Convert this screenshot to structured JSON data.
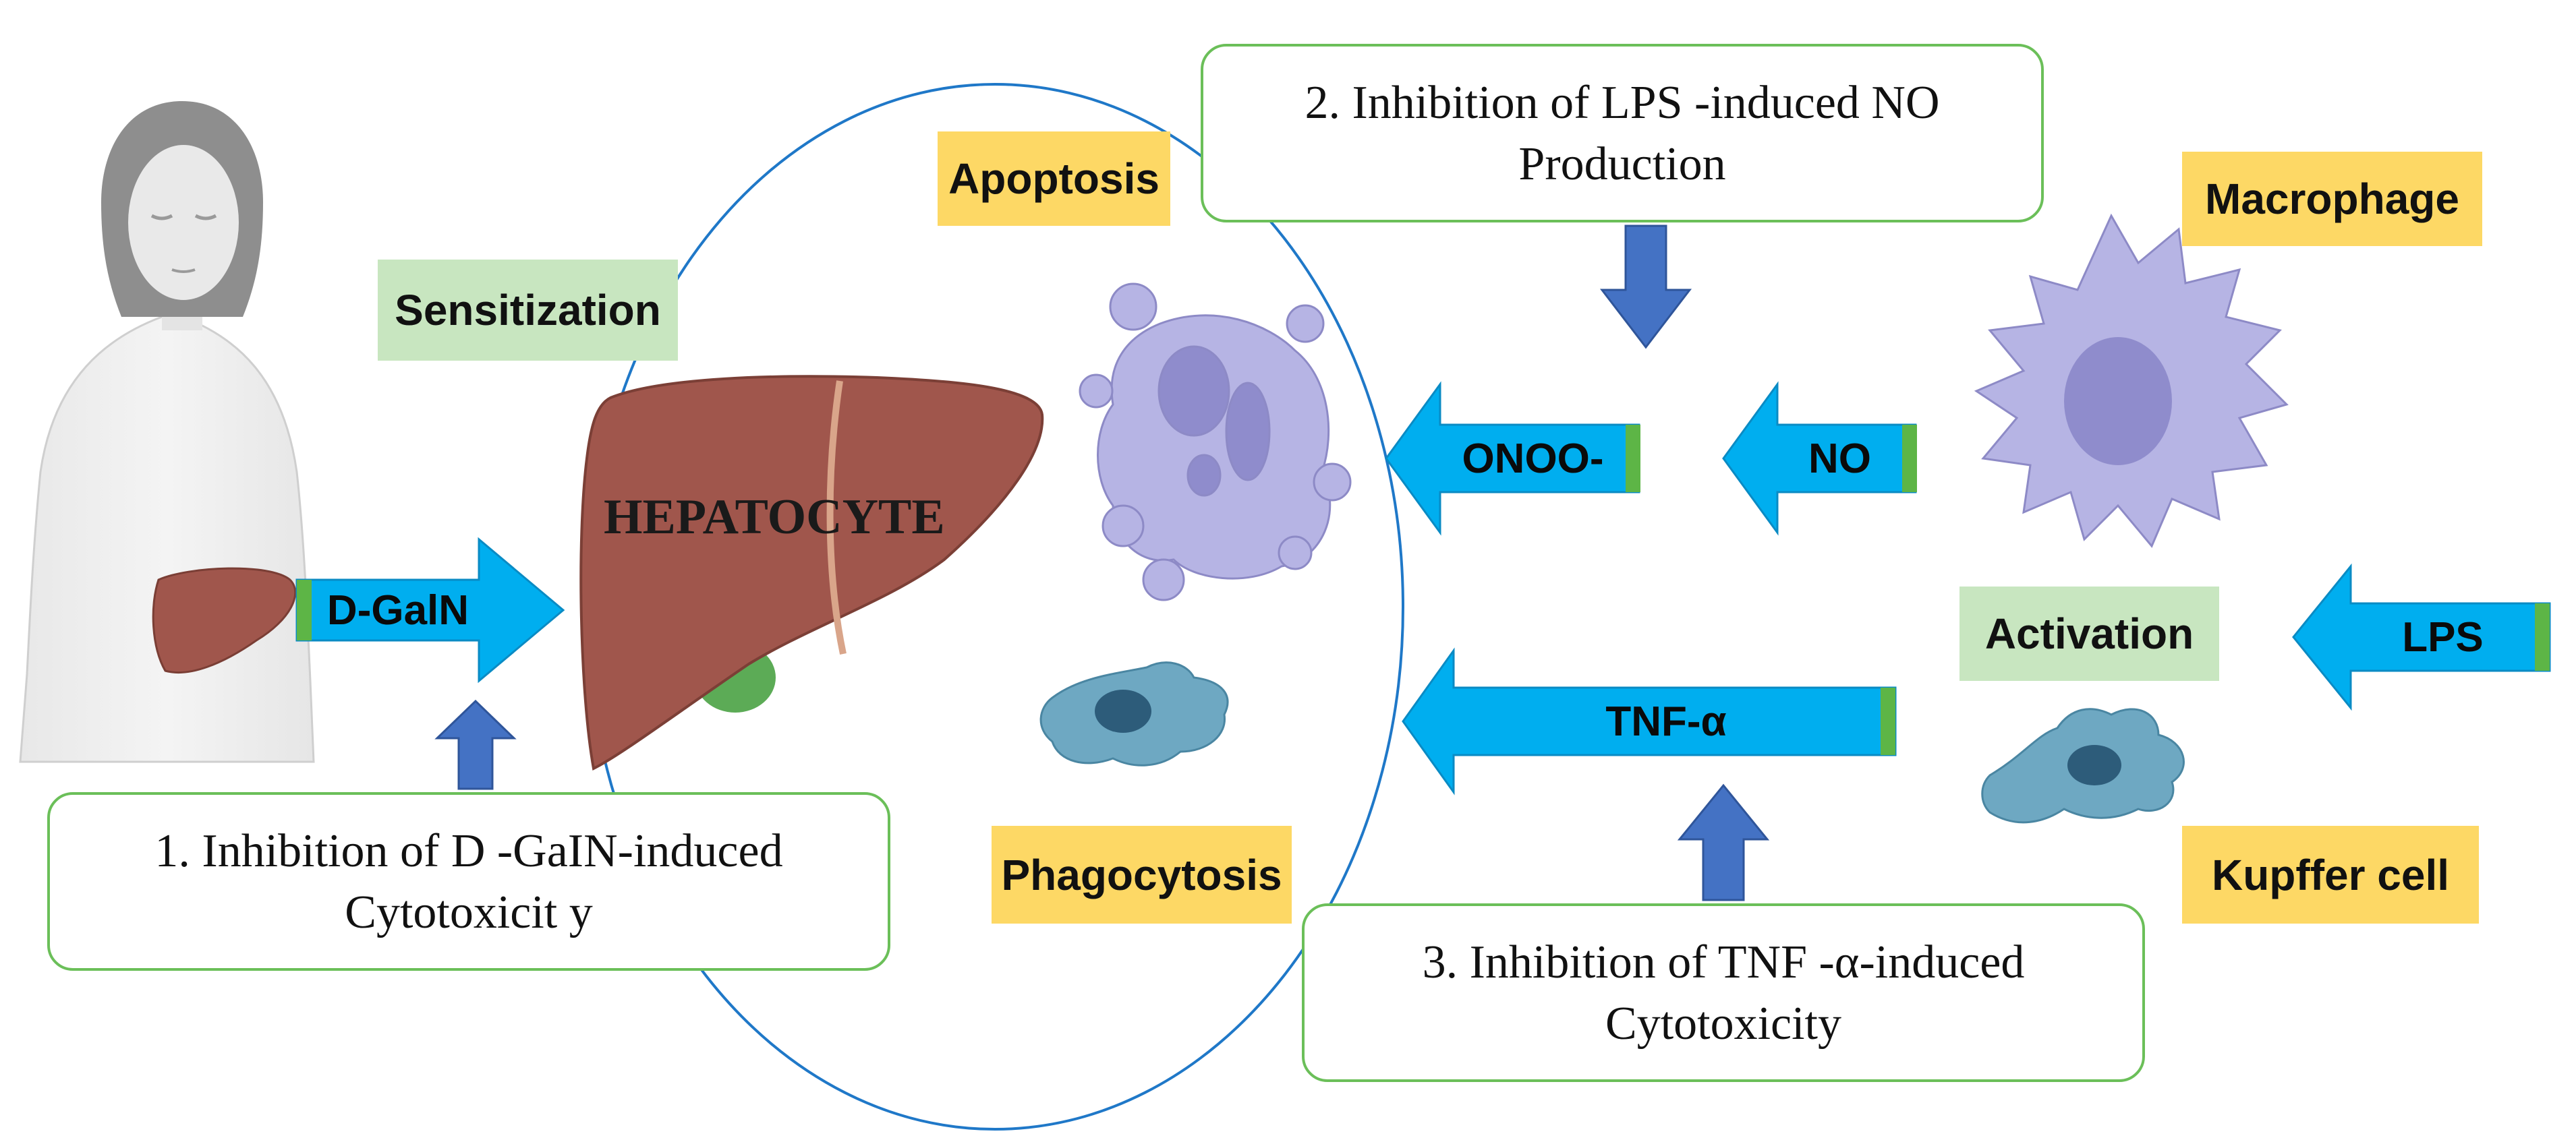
{
  "labels": {
    "sensitization": "Sensitization",
    "apoptosis": "Apoptosis",
    "macrophage": "Macrophage",
    "activation": "Activation",
    "phagocytosis": "Phagocytosis",
    "kupffer_cell": "Kupffer cell",
    "hepatocyte": "HEPATOCYTE"
  },
  "arrows": {
    "dgaln": "D-GalN",
    "onoo": "ONOO-",
    "no": "NO",
    "lps": "LPS",
    "tnf": "TNF-α"
  },
  "boxes": {
    "box1": {
      "line1": "1. Inhibition of D -GaIN-induced",
      "line2": "Cytotoxicit y"
    },
    "box2": {
      "line1": "2. Inhibition of LPS -induced NO",
      "line2": "Production"
    },
    "box3": {
      "line1": "3. Inhibition of TNF -α-induced",
      "line2": "Cytotoxicity"
    }
  },
  "colors": {
    "label_yellow": "#fdd865",
    "label_green": "#c8e6c0",
    "arrow_cyan": "#00aeef",
    "arrow_blue": "#4472c4",
    "box_border": "#6bbf59",
    "liver": "#a0564c",
    "cell_purple": "#b6b4e4",
    "kupffer": "#5b9cb6"
  }
}
